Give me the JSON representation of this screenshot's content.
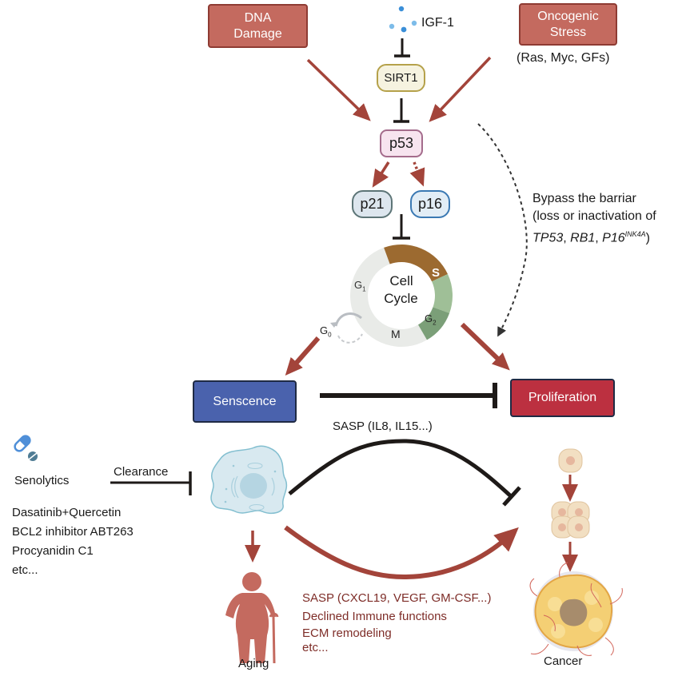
{
  "title": "p53-mediated cellular senescence, aging and cancer pathway",
  "colors": {
    "arrow_red": "#a3443a",
    "inhibit_black": "#1e1a18",
    "trigger_fill": "#c46a5f",
    "senescence_fill": "#4a62ad",
    "proliferation_fill": "#bc3040",
    "sirt1_fill": "#f6f3e0",
    "p53_fill": "#f7e4ef",
    "p21_fill": "#dde6ee",
    "p16_fill": "#e2edf6",
    "phase_g1": "#e9ebe8",
    "phase_s": "#9c6a30",
    "phase_g2": "#9fbf97",
    "phase_m": "#7b9f78",
    "dark_red_text": "#7e2d28"
  },
  "triggers": {
    "dna_damage": "DNA\nDamage",
    "oncogenic_stress": "Oncogenic\nStress",
    "oncogenic_examples": "(Ras, Myc, GFs)",
    "igf1": "IGF-1"
  },
  "nodes": {
    "sirt1": "SIRT1",
    "p53": "p53",
    "p21": "p21",
    "p16": "p16"
  },
  "cell_cycle": {
    "center_line1": "Cell",
    "center_line2": "Cycle",
    "phases": [
      {
        "name": "G",
        "sub": "1"
      },
      {
        "name": "S",
        "sub": ""
      },
      {
        "name": "G",
        "sub": "2"
      },
      {
        "name": "M",
        "sub": ""
      }
    ],
    "g0": {
      "name": "G",
      "sub": "0"
    }
  },
  "bypass": {
    "line1": "Bypass the barriar",
    "line2": "(loss or inactivation of",
    "gene1": "TP53",
    "sep1": ", ",
    "gene2": "RB1",
    "sep2": ", ",
    "gene3": "P16",
    "gene3_sup": "INK4A",
    "close": ")"
  },
  "outcomes": {
    "senescence": "Senscence",
    "proliferation": "Proliferation"
  },
  "sasp_top": "SASP (IL8, IL15...)",
  "senolytics": {
    "title": "Senolytics",
    "clearance": "Clearance",
    "drugs": [
      "Dasatinib+Quercetin",
      "BCL2 inhibitor ABT263",
      "Procyanidin C1",
      "etc..."
    ]
  },
  "bottom_effects": [
    "SASP (CXCL19, VEGF, GM-CSF...)",
    "Declined Immune functions",
    "ECM remodeling",
    "etc..."
  ],
  "labels": {
    "aging": "Aging",
    "cancer": "Cancer"
  }
}
